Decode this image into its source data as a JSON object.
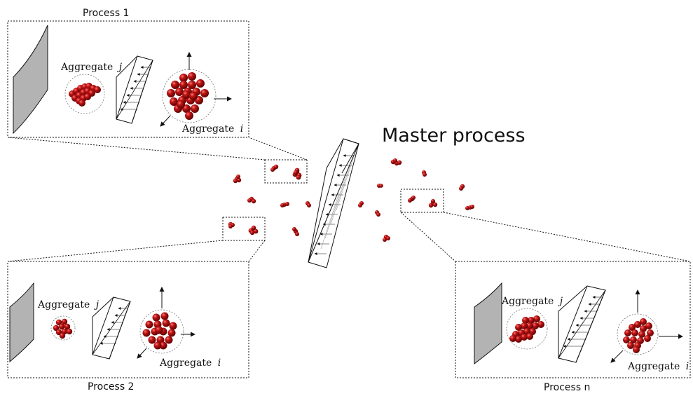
{
  "master_title": "Master process",
  "colors": {
    "aggregate_dark": "#6e0000",
    "aggregate_mid": "#b30d0d",
    "aggregate_light": "#ff6a6a",
    "wall_fill": "#b3b3b3",
    "line": "#111111"
  },
  "panels": [
    {
      "id": "process-1",
      "title": "Process 1",
      "aggregate_j_label": "Aggregate",
      "aggregate_j_var": "j",
      "aggregate_i_label": "Aggregate",
      "aggregate_i_var": "i"
    },
    {
      "id": "process-2",
      "title": "Process 2",
      "aggregate_j_label": "Aggregate",
      "aggregate_j_var": "j",
      "aggregate_i_label": "Aggregate",
      "aggregate_i_var": "i"
    },
    {
      "id": "process-n",
      "title": "Process n",
      "aggregate_j_label": "Aggregate",
      "aggregate_j_var": "j",
      "aggregate_i_label": "Aggregate",
      "aggregate_i_var": "i"
    }
  ]
}
